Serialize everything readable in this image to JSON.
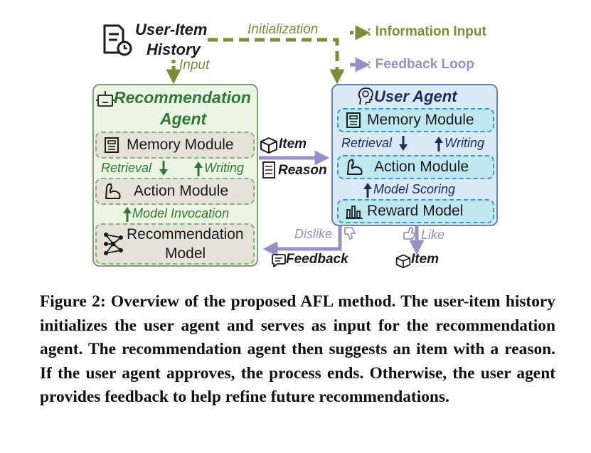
{
  "diagram": {
    "history_label_line1": "User-Item",
    "history_label_line2": "History",
    "initialization_label": "Initialization",
    "input_label": "Input",
    "legend": {
      "information_input": ": Information Input",
      "feedback_loop": ": Feedback Loop"
    },
    "rec_agent": {
      "title_line1": "Recommendation",
      "title_line2": "Agent",
      "memory_module": "Memory Module",
      "retrieval": "Retrieval",
      "writing": "Writing",
      "action_module": "Action Module",
      "model_invocation": "Model Invocation",
      "rec_model_line1": "Recommendation",
      "rec_model_line2": "Model"
    },
    "user_agent": {
      "title": "User Agent",
      "memory_module": "Memory Module",
      "retrieval": "Retrieval",
      "writing": "Writing",
      "action_module": "Action Module",
      "model_scoring": "Model Scoring",
      "reward_model": "Reward Model"
    },
    "item_label": "Item",
    "reason_label": "Reason",
    "dislike_label": "Dislike",
    "like_label": "Like",
    "feedback_label": "Feedback",
    "item_out_label": "Item",
    "colors": {
      "olive": "#7f8b35",
      "green": "#2e7a34",
      "navy": "#1d2c5c",
      "lavender": "#9591c8"
    }
  },
  "caption": "Figure 2: Overview of the proposed AFL method. The user-item history initializes the user agent and serves as input for the recommendation agent. The recommendation agent then suggests an item with a reason. If the user agent approves, the process ends. Otherwise, the user agent provides feedback to help refine future recommendations."
}
